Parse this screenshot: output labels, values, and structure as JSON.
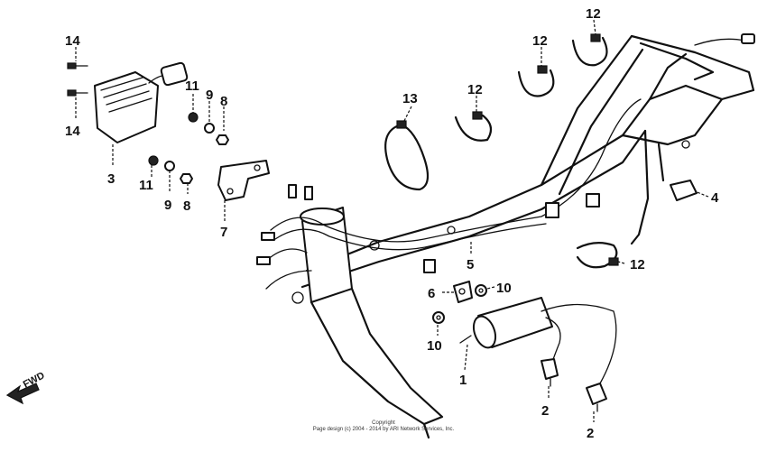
{
  "callouts": {
    "c14a": "14",
    "c14b": "14",
    "c3": "3",
    "c11a": "11",
    "c9a": "9",
    "c8a": "8",
    "c11b": "11",
    "c9b": "9",
    "c8b": "8",
    "c7": "7",
    "c13": "13",
    "c12a": "12",
    "c12b": "12",
    "c12c": "12",
    "c12d": "12",
    "c4": "4",
    "c5": "5",
    "c6": "6",
    "c10a": "10",
    "c10b": "10",
    "c1": "1",
    "c2a": "2",
    "c2b": "2"
  },
  "fwd_label": "FWD",
  "copyright": {
    "line1": "Copyright",
    "line2": "Page design (c) 2004 - 2014 by ARI Network Services, Inc."
  }
}
